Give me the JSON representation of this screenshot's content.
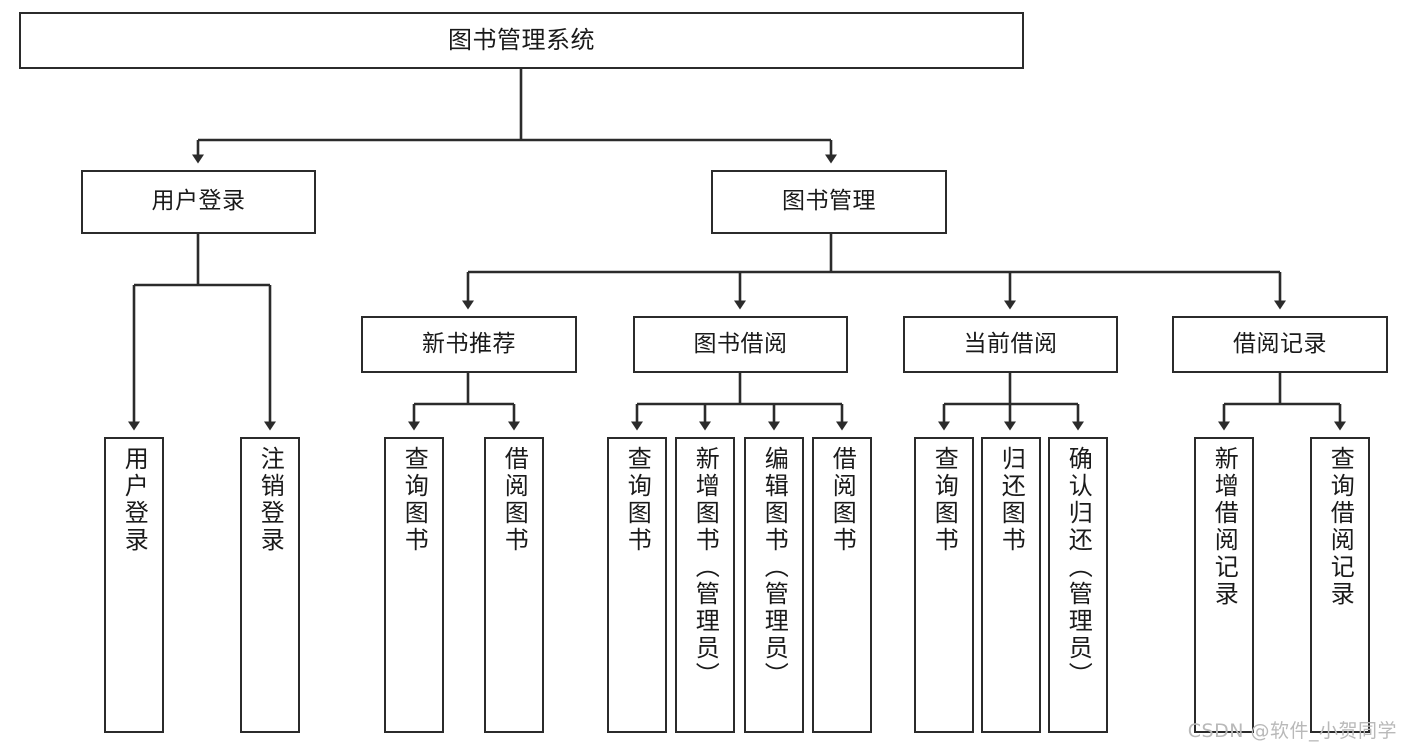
{
  "diagram": {
    "type": "tree-hierarchy-diagram",
    "title": "图书管理系统",
    "watermark": "CSDN @软件_小贺同学",
    "colors": {
      "box_border": "#2b2b2b",
      "box_fill": "#ffffff",
      "connector": "#333333",
      "text": "#1a1a1a",
      "watermark": "#b9b9b9"
    },
    "nodes": {
      "root": {
        "id": "root",
        "label": "图书管理系统",
        "level": 0,
        "orientation": "horizontal"
      },
      "level1": [
        {
          "id": "user-login",
          "label": "用户登录",
          "level": 1,
          "orientation": "horizontal"
        },
        {
          "id": "book-management",
          "label": "图书管理",
          "level": 1,
          "orientation": "horizontal"
        }
      ],
      "level2": [
        {
          "id": "new-book-recommend",
          "label": "新书推荐",
          "level": 2,
          "orientation": "horizontal",
          "parent": "book-management"
        },
        {
          "id": "book-borrow",
          "label": "图书借阅",
          "level": 2,
          "orientation": "horizontal",
          "parent": "book-management"
        },
        {
          "id": "current-borrow",
          "label": "当前借阅",
          "level": 2,
          "orientation": "horizontal",
          "parent": "book-management"
        },
        {
          "id": "borrow-record",
          "label": "借阅记录",
          "level": 2,
          "orientation": "horizontal",
          "parent": "book-management"
        }
      ],
      "leaves": [
        {
          "id": "leaf-user-login",
          "label": "用户登录",
          "parent": "user-login",
          "orientation": "vertical"
        },
        {
          "id": "leaf-user-logout",
          "label": "注销登录",
          "parent": "user-login",
          "orientation": "vertical"
        },
        {
          "id": "leaf-query-book-1",
          "label": "查询图书",
          "parent": "new-book-recommend",
          "orientation": "vertical"
        },
        {
          "id": "leaf-borrow-book-1",
          "label": "借阅图书",
          "parent": "new-book-recommend",
          "orientation": "vertical"
        },
        {
          "id": "leaf-query-book-2",
          "label": "查询图书",
          "parent": "book-borrow",
          "orientation": "vertical"
        },
        {
          "id": "leaf-add-book",
          "label": "新增图书（管理员）",
          "parent": "book-borrow",
          "orientation": "vertical"
        },
        {
          "id": "leaf-edit-book",
          "label": "编辑图书（管理员）",
          "parent": "book-borrow",
          "orientation": "vertical"
        },
        {
          "id": "leaf-borrow-book-2",
          "label": "借阅图书",
          "parent": "book-borrow",
          "orientation": "vertical"
        },
        {
          "id": "leaf-query-book-3",
          "label": "查询图书",
          "parent": "current-borrow",
          "orientation": "vertical"
        },
        {
          "id": "leaf-return-book",
          "label": "归还图书",
          "parent": "current-borrow",
          "orientation": "vertical"
        },
        {
          "id": "leaf-confirm-return",
          "label": "确认归还（管理员）",
          "parent": "current-borrow",
          "orientation": "vertical"
        },
        {
          "id": "leaf-add-record",
          "label": "新增借阅记录",
          "parent": "borrow-record",
          "orientation": "vertical"
        },
        {
          "id": "leaf-query-record",
          "label": "查询借阅记录",
          "parent": "borrow-record",
          "orientation": "vertical"
        }
      ]
    }
  }
}
